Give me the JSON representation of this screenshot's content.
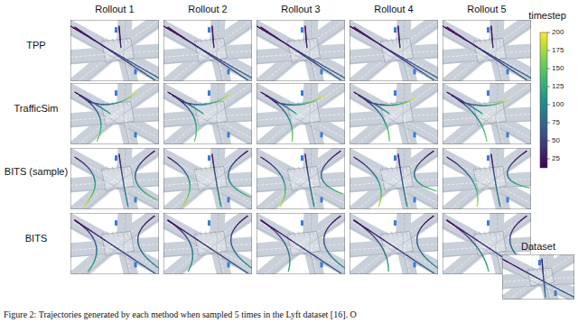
{
  "diagram": {
    "caption": "Figure 2: Trajectories generated by each method when sampled 5 times in the Lyft dataset [16]. O",
    "labels": [
      "Rollout 1",
      "Rollout 2",
      "Rollout 3",
      "Rollout 4",
      "Rollout 5",
      "TPP",
      "TrafficSim",
      "BITS (sample)",
      "BITS",
      "Dataset",
      "timestep",
      "200",
      "175",
      "150",
      "125",
      "100",
      "75",
      "50",
      "25"
    ]
  }
}
